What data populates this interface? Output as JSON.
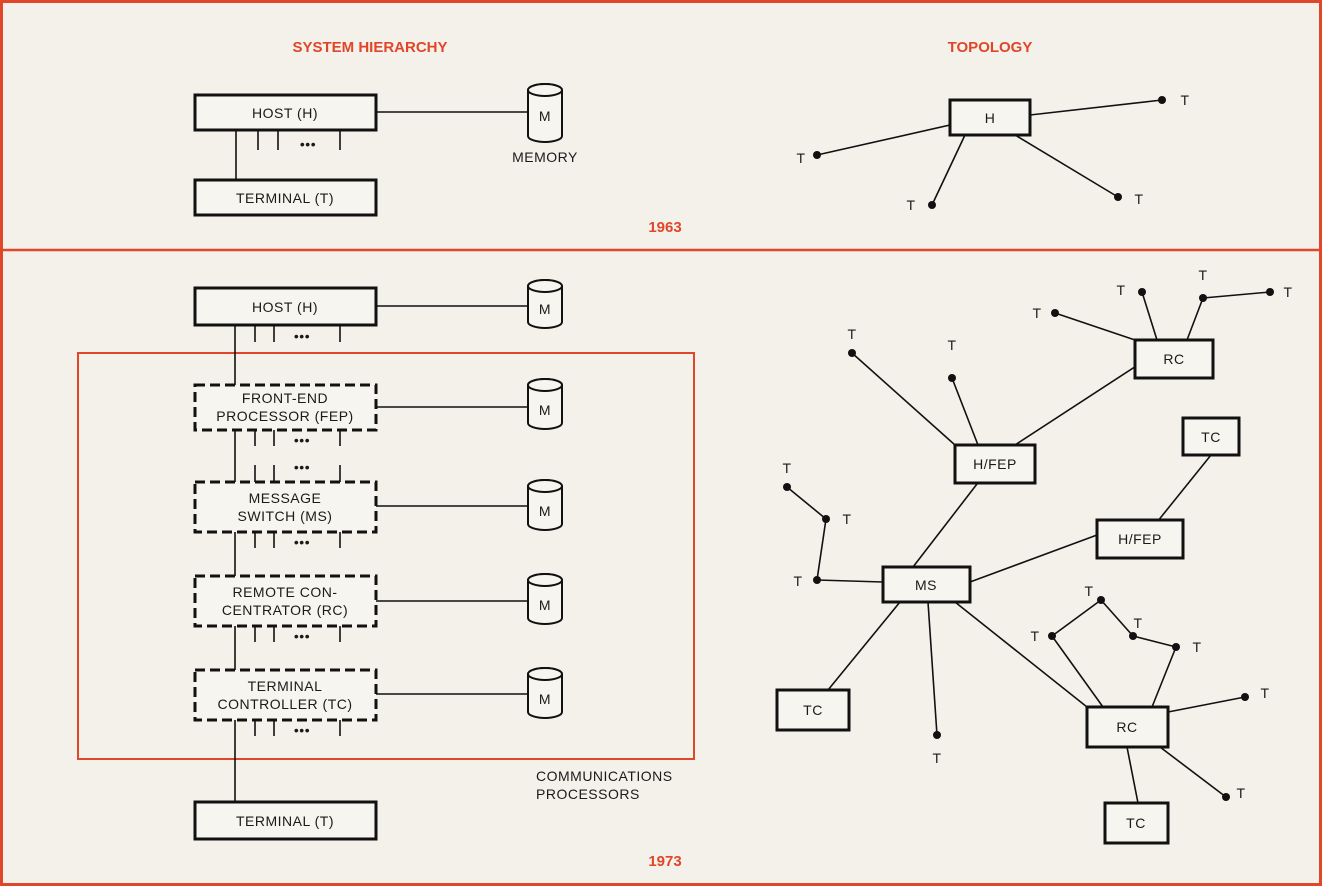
{
  "colors": {
    "accent": "#e0462a",
    "ink": "#111111",
    "paper": "#f4f1ea"
  },
  "headers": {
    "hierarchy": "SYSTEM HIERARCHY",
    "topology": "TOPOLOGY"
  },
  "years": {
    "top": "1963",
    "bottom": "1973"
  },
  "hier1963": {
    "host": "HOST (H)",
    "terminal": "TERMINAL (T)",
    "memory_symbol": "M",
    "memory_label": "MEMORY",
    "ellipsis": "•••"
  },
  "hier1973": {
    "host": "HOST (H)",
    "fep": [
      "FRONT-END",
      "PROCESSOR (FEP)"
    ],
    "ms": [
      "MESSAGE",
      "SWITCH (MS)"
    ],
    "rc": [
      "REMOTE CON-",
      "CENTRATOR (RC)"
    ],
    "tc": [
      "TERMINAL",
      "CONTROLLER (TC)"
    ],
    "terminal": "TERMINAL (T)",
    "memory_symbol": "M",
    "ellipsis": "•••",
    "comm_label": [
      "COMMUNICATIONS",
      "PROCESSORS"
    ]
  },
  "topo1963": {
    "hub": "H",
    "terminal": "T"
  },
  "topo1973": {
    "ms": "MS",
    "hfep": "H/FEP",
    "rc": "RC",
    "tc": "TC",
    "terminal": "T"
  }
}
